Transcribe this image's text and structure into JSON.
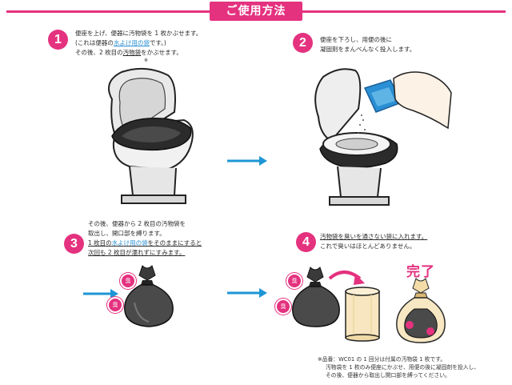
{
  "header": {
    "title": "ご使用方法"
  },
  "steps": [
    {
      "number": "1",
      "lines": [
        "便座を上げ、便器に汚物袋を 1 枚かぶせます。",
        "(これは便器の水よけ用の袋です。)",
        "その後、2 枚目の汚物袋をかぶせます。"
      ],
      "note_mark": "※"
    },
    {
      "number": "2",
      "lines": [
        "便座を下ろし、用便の後に",
        "凝固剤をまんべんなく投入します。"
      ]
    },
    {
      "number": "3",
      "lines": [
        "その後、便器から 2 枚目の汚物袋を",
        "取出し、開口部を縛ります。",
        "1 枚目の水よけ用の袋をそのままにすると",
        "次回も 2 枚目が濡れずにすみます。"
      ]
    },
    {
      "number": "4",
      "lines": [
        "汚物袋を臭いを通さない袋に入れます。",
        "これで臭いはほとんどありません。"
      ]
    }
  ],
  "badge_label": "臭",
  "done_label": "完了",
  "footnote": [
    "※品番：WC01 の 1 回分は付属の汚物袋 1 枚です。",
    "汚物袋を 1 枚のみ便座にかぶせ、用便の後に凝固剤を投入し、",
    "その後、便器から取出し開口部を縛ってください。"
  ],
  "colors": {
    "accent": "#e4327f",
    "arrow": "#1e96d6",
    "highlight_text": "#2a8fd4"
  }
}
